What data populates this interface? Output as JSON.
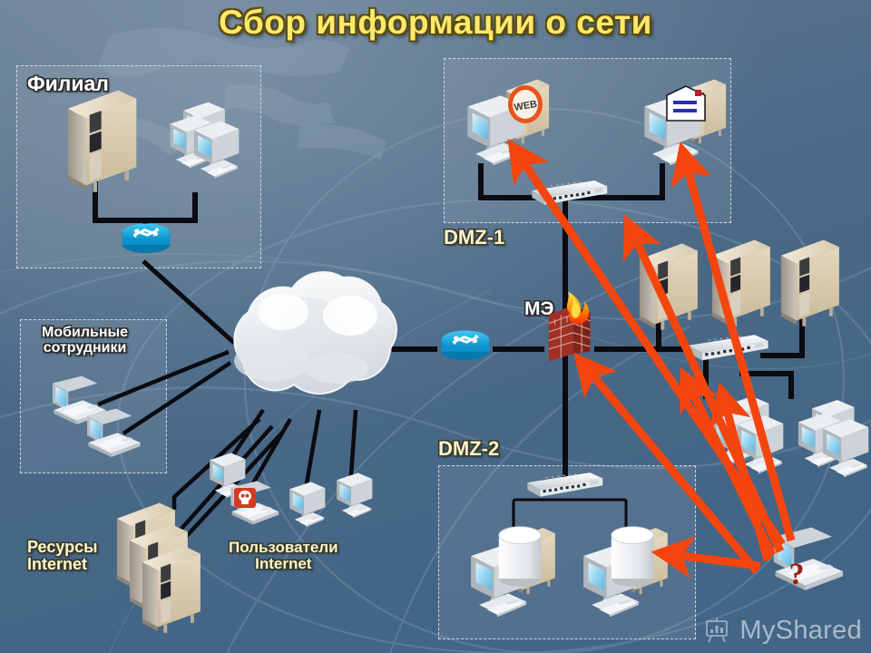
{
  "slide": {
    "title": "Сбор информации о сети",
    "title_color": "#ffe96b",
    "background_color": "#4a6a88",
    "watermark": "MyShared",
    "watermark_icon": "presentation-board-icon"
  },
  "zones": [
    {
      "id": "branch",
      "label": "Филиал",
      "label_style": "white"
    },
    {
      "id": "mobile",
      "label": "Мобильные\nсотрудники",
      "label_style": "white"
    },
    {
      "id": "dmz1",
      "label": "DMZ-1",
      "label_style": "cream"
    },
    {
      "id": "dmz2",
      "label": "DMZ-2",
      "label_style": "cream"
    }
  ],
  "labels": [
    {
      "id": "internet-resources",
      "text": "Ресурсы\nInternet"
    },
    {
      "id": "internet-users",
      "text": "Пользователи\nInternet"
    },
    {
      "id": "firewall",
      "text": "МЭ"
    }
  ],
  "nodes": [
    {
      "id": "branch-server",
      "type": "server-tower",
      "zone": "branch",
      "label": ""
    },
    {
      "id": "branch-workstations",
      "type": "workstation-group",
      "zone": "branch",
      "label": ""
    },
    {
      "id": "branch-router",
      "type": "router",
      "zone": "branch",
      "label": ""
    },
    {
      "id": "mobile-laptop-1",
      "type": "laptop",
      "zone": "mobile",
      "label": ""
    },
    {
      "id": "mobile-laptop-2",
      "type": "laptop",
      "zone": "mobile",
      "label": ""
    },
    {
      "id": "internet-cloud",
      "type": "cloud",
      "zone": "internet",
      "label": ""
    },
    {
      "id": "internet-res-1",
      "type": "server-tower",
      "zone": "internet",
      "label": ""
    },
    {
      "id": "internet-res-2",
      "type": "server-tower",
      "zone": "internet",
      "label": ""
    },
    {
      "id": "internet-res-3",
      "type": "server-tower",
      "zone": "internet",
      "label": ""
    },
    {
      "id": "user-pc-1",
      "type": "desktop-pc",
      "zone": "internet",
      "label": ""
    },
    {
      "id": "user-hacker-laptop",
      "type": "laptop-skull",
      "zone": "internet",
      "label": ""
    },
    {
      "id": "user-pc-2",
      "type": "desktop-pc",
      "zone": "internet",
      "label": ""
    },
    {
      "id": "user-pc-3",
      "type": "desktop-pc",
      "zone": "internet",
      "label": ""
    },
    {
      "id": "edge-router",
      "type": "router",
      "zone": "edge",
      "label": ""
    },
    {
      "id": "firewall",
      "type": "firewall",
      "zone": "edge",
      "label": "МЭ"
    },
    {
      "id": "dmz1-web-server",
      "type": "server-web",
      "zone": "dmz1",
      "label": "WEB"
    },
    {
      "id": "dmz1-mail-server",
      "type": "server-mail",
      "zone": "dmz1",
      "label": ""
    },
    {
      "id": "dmz1-switch",
      "type": "switch",
      "zone": "dmz1",
      "label": ""
    },
    {
      "id": "dmz2-db-server-1",
      "type": "server-db",
      "zone": "dmz2",
      "label": ""
    },
    {
      "id": "dmz2-db-server-2",
      "type": "server-db",
      "zone": "dmz2",
      "label": ""
    },
    {
      "id": "dmz2-switch",
      "type": "switch",
      "zone": "dmz2",
      "label": ""
    },
    {
      "id": "lan-server-1",
      "type": "server-tower",
      "zone": "lan",
      "label": ""
    },
    {
      "id": "lan-server-2",
      "type": "server-tower",
      "zone": "lan",
      "label": ""
    },
    {
      "id": "lan-server-3",
      "type": "server-tower",
      "zone": "lan",
      "label": ""
    },
    {
      "id": "lan-switch",
      "type": "switch",
      "zone": "lan",
      "label": ""
    },
    {
      "id": "lan-workstations-1",
      "type": "workstation-group",
      "zone": "lan",
      "label": ""
    },
    {
      "id": "lan-workstations-2",
      "type": "workstation-group",
      "zone": "lan",
      "label": ""
    },
    {
      "id": "attacker-laptop",
      "type": "laptop-question",
      "zone": "lan",
      "label": "?"
    }
  ],
  "attack_arrows": {
    "color": "#f4450f",
    "source": "attacker-laptop",
    "targets": [
      "dmz1-web-server",
      "dmz1-mail-server",
      "lan-switch",
      "lan-workstations-1",
      "lan-workstations-2",
      "dmz2-db-server-2",
      "firewall"
    ]
  },
  "colors": {
    "arrow": "#f4450f",
    "router": "#14a6e0",
    "zone_border": "#cfd8e0",
    "label_cream": "#fbf5cd",
    "label_white": "#ffffff",
    "web_badge": "#e8541c",
    "firewall_brick": "#a8392c",
    "flame": "#ff8a00"
  }
}
